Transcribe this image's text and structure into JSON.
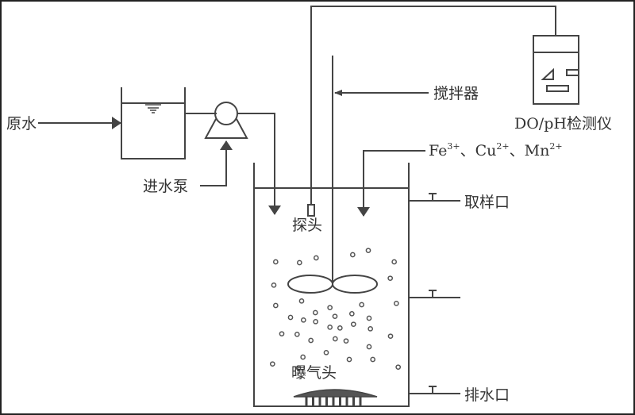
{
  "labels": {
    "raw_water": "原水",
    "inlet_pump": "进水泵",
    "stirrer": "搅拌器",
    "meter": "DO/pH检测仪",
    "probe": "探头",
    "sampling_port": "取样口",
    "drain_port": "排水口",
    "aerator": "曝气头",
    "ions": {
      "fe": "Fe",
      "fe_charge": "3+",
      "sep1": "、",
      "cu": "Cu",
      "cu_charge": "2+",
      "sep2": "、",
      "mn": "Mn",
      "mn_charge": "2+"
    }
  },
  "colors": {
    "line": "#444444",
    "text": "#333333",
    "border": "#222222"
  }
}
